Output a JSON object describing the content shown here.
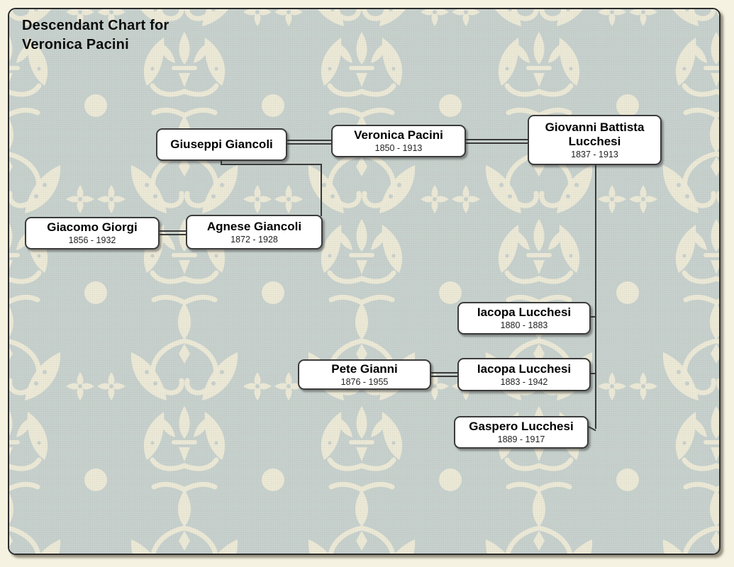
{
  "title": {
    "line1": "Descendant Chart for",
    "line2": "Veronica Pacini"
  },
  "people": [
    {
      "name": "Giuseppi Giancoli",
      "dates": ""
    },
    {
      "name": "Veronica Pacini",
      "dates": "1850 - 1913"
    },
    {
      "name": "Giovanni Battista Lucchesi",
      "dates": "1837 - 1913"
    },
    {
      "name": "Giacomo Giorgi",
      "dates": "1856 - 1932"
    },
    {
      "name": "Agnese Giancoli",
      "dates": "1872 - 1928"
    },
    {
      "name": "Iacopa Lucchesi",
      "dates": "1880 - 1883"
    },
    {
      "name": "Pete Gianni",
      "dates": "1876 - 1955"
    },
    {
      "name": "Iacopa Lucchesi",
      "dates": "1883 - 1942"
    },
    {
      "name": "Gaspero Lucchesi",
      "dates": "1889 - 1917"
    }
  ],
  "colors": {
    "page_bg": "#f6f2e2",
    "wallpaper_base": "#c5cfcb",
    "wallpaper_motif": "#ece8d6",
    "box_fill": "#ffffff",
    "box_border": "#3b3b3b",
    "line_color": "#3a3a3a",
    "title_color": "#0c0c0c",
    "date_color": "#1f1f1f"
  }
}
